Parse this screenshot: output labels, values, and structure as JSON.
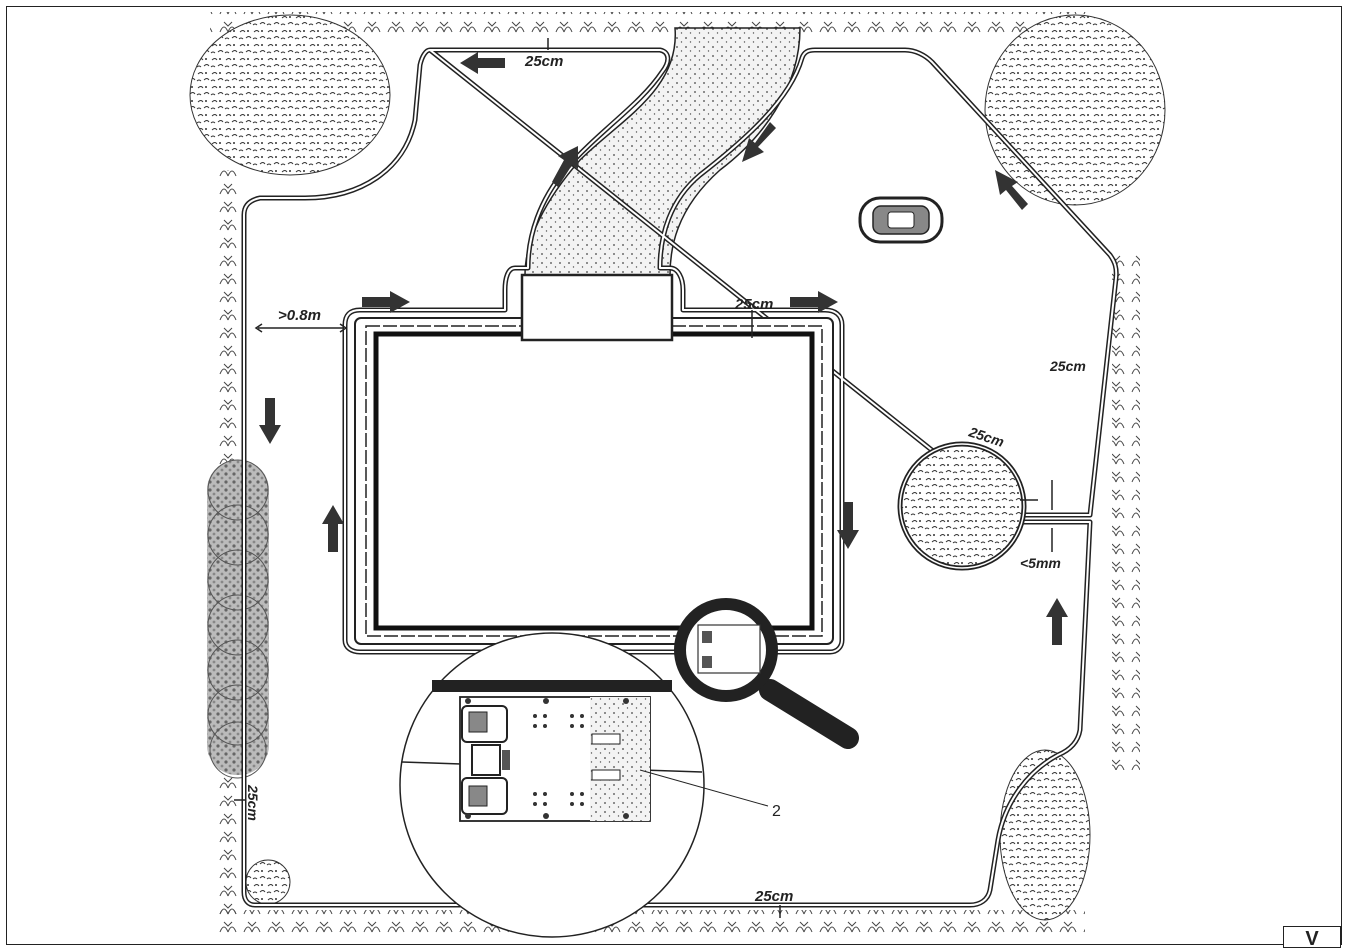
{
  "figure_tag": "V",
  "labels": {
    "top_distance": "25cm",
    "edge_distance": ">0.8m",
    "pool_distance": "25cm",
    "right_distance": "25cm",
    "circle_distance": "25cm",
    "gap_distance": "<5mm",
    "left_distance": "25cm",
    "bottom_distance": "25cm",
    "callout_number": "2"
  },
  "icons": [
    "direction-arrow-icon",
    "robot-mower-icon",
    "magnifier-icon",
    "charging-station-icon",
    "shrub-icon",
    "tree-icon"
  ],
  "colors": {
    "line": "#222222",
    "background": "#ffffff",
    "gravel": "#f2f2f2"
  }
}
